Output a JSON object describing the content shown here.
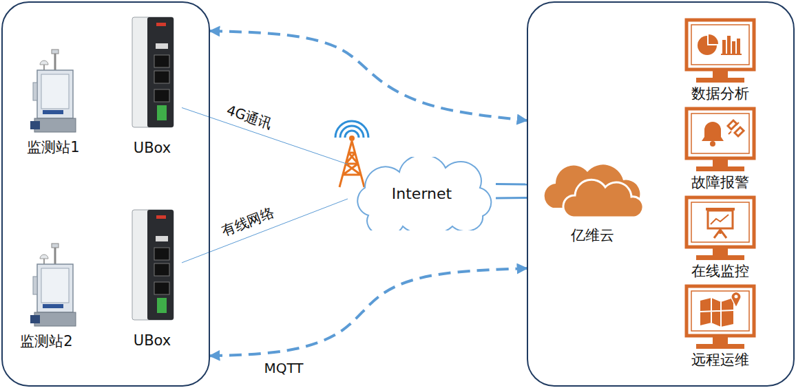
{
  "diagram": {
    "nodes": [
      {
        "text": []
      },
      {
        "text": [
          "监测站1"
        ],
        "in": 0
      },
      {
        "text": [
          "UBox"
        ],
        "in": 0
      },
      {
        "text": [
          "监测站2"
        ],
        "in": 0
      },
      {
        "text": [
          "UBox"
        ],
        "in": 0
      },
      {
        "text": [
          "Internet"
        ]
      },
      {
        "text": []
      },
      {
        "text": [
          "亿维云"
        ],
        "in": 6
      },
      {
        "text": [
          "数据分析"
        ],
        "in": 6
      },
      {
        "text": [
          "故障报警"
        ],
        "in": 6
      },
      {
        "text": [
          "在线监控"
        ],
        "in": 6
      },
      {
        "text": [
          "远程运维"
        ],
        "in": 6
      }
    ],
    "edges": [
      {
        "from": 2,
        "to": 5,
        "label": "4G通讯",
        "arrow": "none"
      },
      {
        "from": 4,
        "to": 5,
        "label": "有线网络",
        "arrow": "none"
      },
      {
        "from": 5,
        "to": 6,
        "arrow": "none"
      },
      {
        "from": 5,
        "to": 6,
        "arrow": "none"
      },
      {
        "from": 0,
        "to": 6,
        "arrow": "both"
      },
      {
        "from": 0,
        "to": 6,
        "label": "MQTT",
        "arrow": "both"
      }
    ]
  }
}
